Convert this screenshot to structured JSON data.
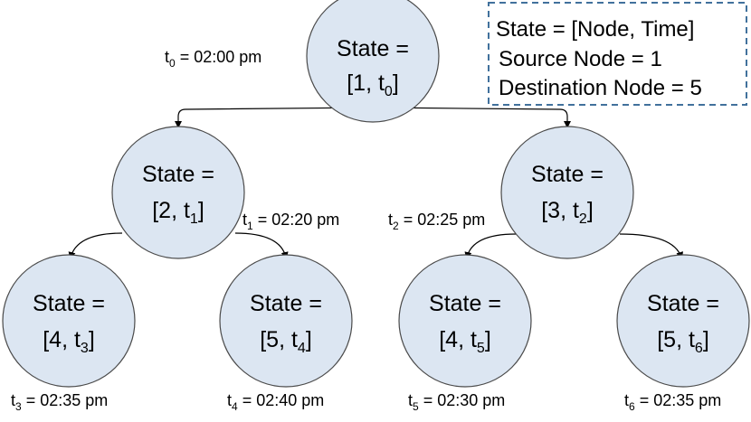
{
  "legend": {
    "lines": [
      "State = [Node, Time]",
      "Source Node = 1",
      "Destination Node = 5"
    ]
  },
  "nodes": [
    {
      "id": "root",
      "line1": "State =",
      "node": "1",
      "t_sub": "0"
    },
    {
      "id": "n2",
      "line1": "State =",
      "node": "2",
      "t_sub": "1"
    },
    {
      "id": "n3",
      "line1": "State =",
      "node": "3",
      "t_sub": "2"
    },
    {
      "id": "n4a",
      "line1": "State =",
      "node": "4",
      "t_sub": "3"
    },
    {
      "id": "n5a",
      "line1": "State =",
      "node": "5",
      "t_sub": "4"
    },
    {
      "id": "n4b",
      "line1": "State =",
      "node": "4",
      "t_sub": "5"
    },
    {
      "id": "n5b",
      "line1": "State =",
      "node": "5",
      "t_sub": "6"
    }
  ],
  "times": [
    {
      "sub": "0",
      "value": "02:00 pm"
    },
    {
      "sub": "1",
      "value": "02:20 pm"
    },
    {
      "sub": "2",
      "value": "02:25 pm"
    },
    {
      "sub": "3",
      "value": "02:35 pm"
    },
    {
      "sub": "4",
      "value": "02:40 pm"
    },
    {
      "sub": "5",
      "value": "02:30 pm"
    },
    {
      "sub": "6",
      "value": "02:35 pm"
    }
  ],
  "colors": {
    "node_fill": "#dce6f2",
    "node_stroke": "#4a4a4a",
    "legend_border": "#41719c",
    "edge": "#000000"
  }
}
